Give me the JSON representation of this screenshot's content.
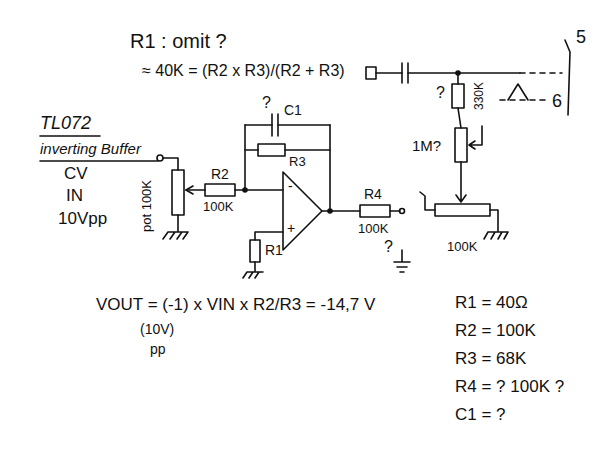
{
  "diagram": {
    "labels": [
      "R1 : omit ?",
      "≈ 40K = (R2 x R3)/(R2 + R3)",
      "TL072",
      "inverting Buffer",
      "?",
      "C1",
      "R3",
      "CV",
      "IN",
      "10Vpp",
      "pot 100K",
      "R2",
      "100K",
      "R1",
      "-",
      "+",
      "R4",
      "100K",
      "?",
      "?",
      "330K",
      "1M?",
      "100K",
      "5",
      "6",
      "VOUT = (-1) x VIN x R2/R3 = -14,7 V",
      "(10V)",
      "pp",
      "R1 = 40Ω",
      "R2 = 100K",
      "R3 = 68K",
      "R4 = ? 100K ?",
      "C1 = ?"
    ]
  }
}
